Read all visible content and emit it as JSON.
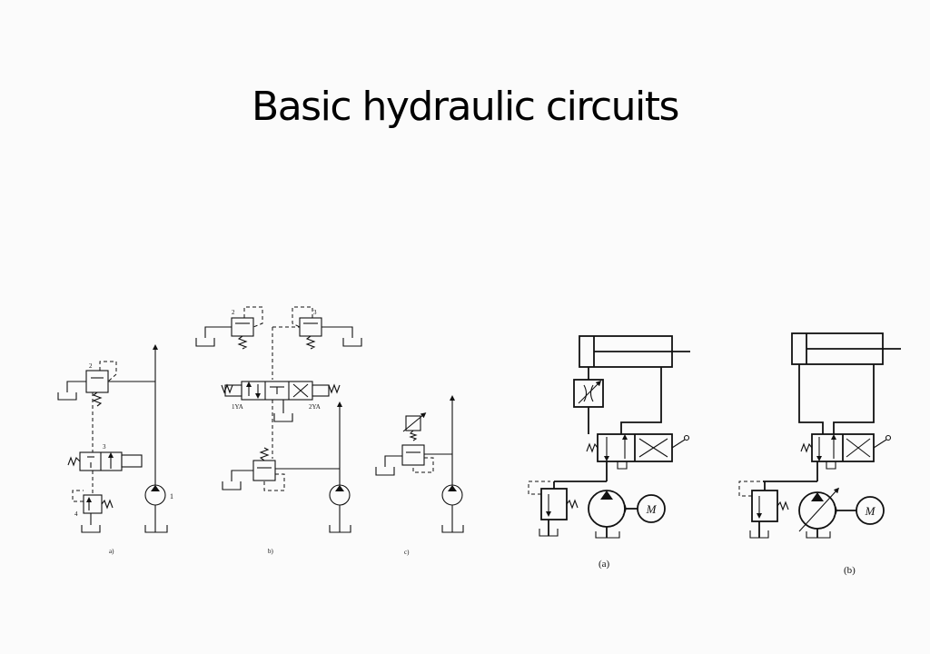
{
  "slide": {
    "title": "Basic hydraulic circuits"
  },
  "figure_left": {
    "panel_labels": [
      "a)",
      "b)",
      "c)"
    ],
    "component_numbers": [
      "1",
      "2",
      "3",
      "4",
      "2",
      "3"
    ],
    "solenoid_labels": [
      "1YA",
      "2YA"
    ]
  },
  "figure_right": {
    "panel_labels": [
      "(a)",
      "(b)"
    ],
    "motor_labels": [
      "M",
      "M"
    ]
  }
}
